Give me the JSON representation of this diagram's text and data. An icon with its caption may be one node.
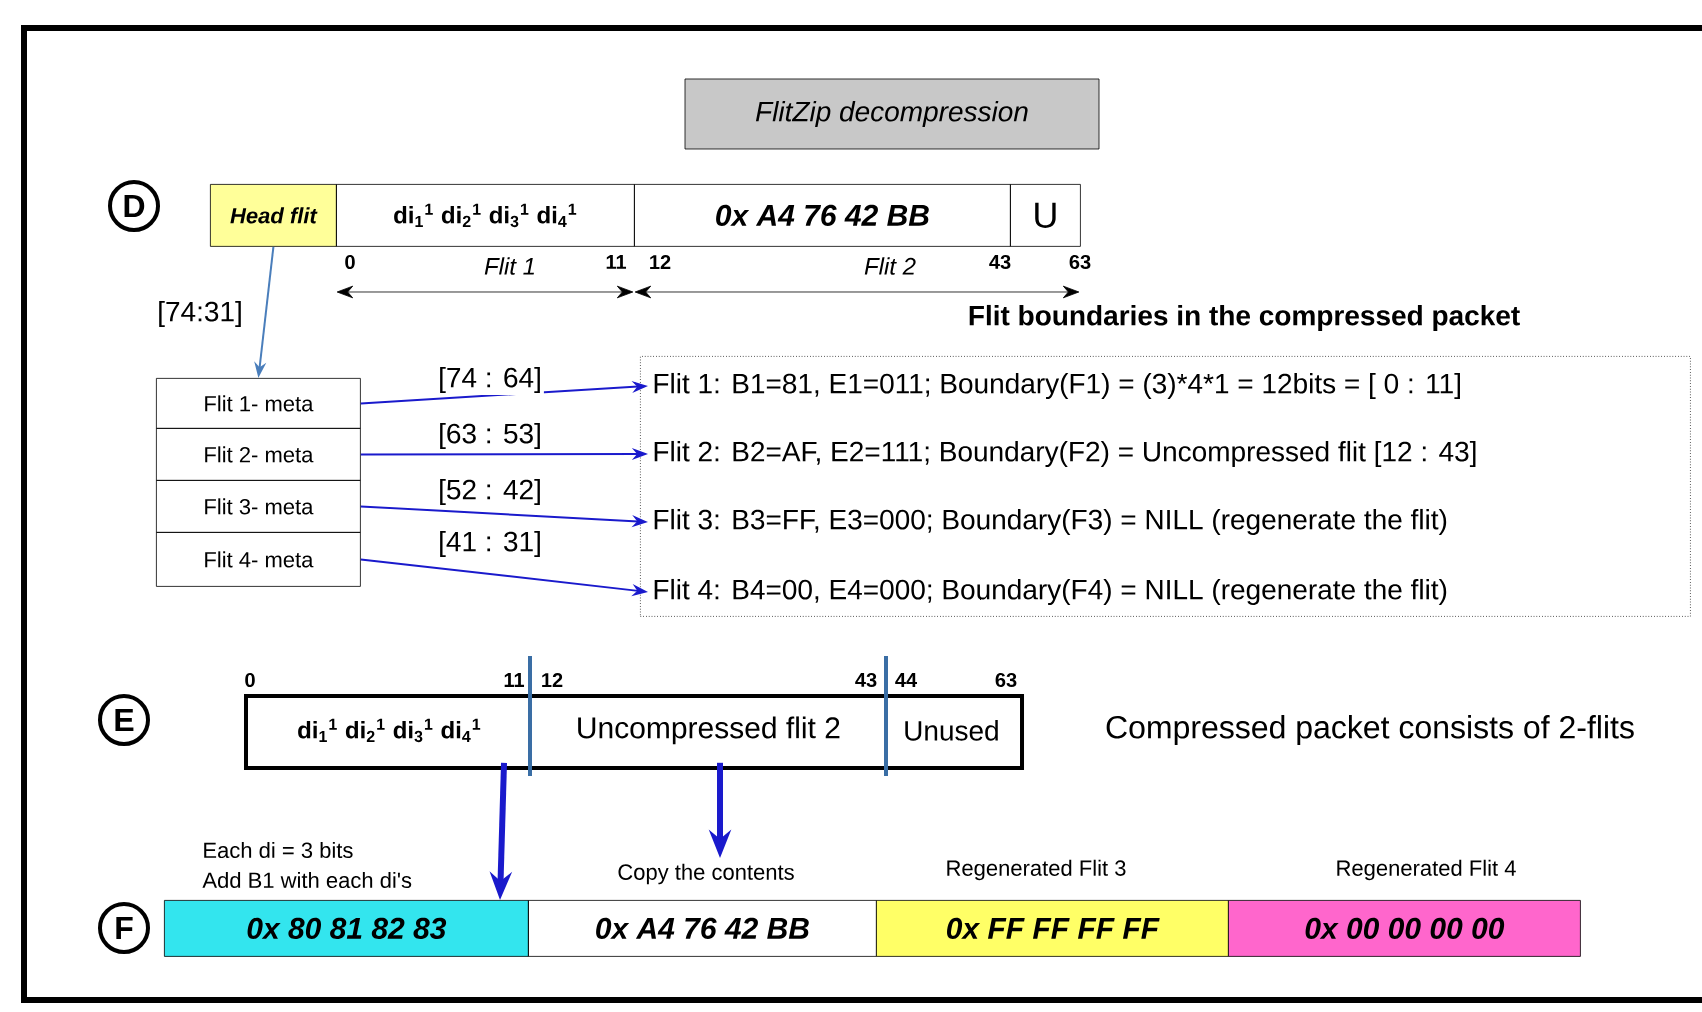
{
  "diagram": {
    "title": "FlitZip decompression",
    "nodes": [
      {
        "text": [
          "D"
        ]
      },
      {
        "text": [
          "Head flit"
        ]
      },
      {
        "text": [
          "di$_{1}$$^{1}$ di$_{2}$$^{1}$ di$_{3}$$^{1}$ di$_{4}$$^{1}$"
        ]
      },
      {
        "text": [
          "0x A4 76 42 BB"
        ]
      },
      {
        "text": [
          "U"
        ]
      },
      {
        "text": [
          "Flit 1- meta"
        ]
      },
      {
        "text": [
          "Flit 2- meta"
        ]
      },
      {
        "text": [
          "Flit 3- meta"
        ]
      },
      {
        "text": [
          "Flit 4- meta"
        ]
      },
      {
        "text": [],
        "shape": "box"
      },
      {
        "text": [
          "Flit 1: B1=81, E1=011; Boundary(F1) = (3)*4*1 = 12bits = [ 0 :  11]"
        ],
        "in": 9
      },
      {
        "text": [
          "Flit 2: B2=AF, E2=111; Boundary(F2) = Uncompressed flit [12 : 43]"
        ],
        "in": 9
      },
      {
        "text": [
          "Flit 3: B3=FF, E3=000; Boundary(F3) = NILL (regenerate the flit)"
        ],
        "in": 9
      },
      {
        "text": [
          "Flit 4: B4=00, E4=000; Boundary(F4) = NILL (regenerate the flit)"
        ],
        "in": 9
      },
      {
        "text": [
          "E"
        ]
      },
      {
        "text": [],
        "shape": "box"
      },
      {
        "text": [
          "di$_{1}$$^{1}$ di$_{2}$$^{1}$ di$_{3}$$^{1}$ di$_{4}$$^{1}$"
        ],
        "in": 15
      },
      {
        "text": [
          "Uncompressed flit 2"
        ],
        "in": 15
      },
      {
        "text": [
          "Unused"
        ],
        "in": 15
      },
      {
        "text": [
          "F"
        ]
      },
      {
        "text": [
          "0x 80 81 82 83"
        ],
        "beside": [
          "Each  di = 3 bits",
          "Add B1 with each di's"
        ]
      },
      {
        "text": [
          "0x A4 76 42 BB"
        ],
        "beside": [
          "Copy the contents"
        ]
      },
      {
        "text": [
          "0x FF FF FF FF"
        ],
        "beside": [
          "Regenerated Flit 3"
        ]
      },
      {
        "text": [
          "0x 00 00 00 00"
        ],
        "beside": [
          "Regenerated Flit 4"
        ]
      }
    ],
    "edges": [
      {
        "from": 1,
        "to": 5,
        "arrow": "to",
        "label": "[74:31]",
        "color": "#4a7ebb"
      },
      {
        "from": 5,
        "to": 10,
        "arrow": "to",
        "label": "[74 : 64]"
      },
      {
        "from": 6,
        "to": 11,
        "arrow": "to",
        "label": "[63 : 53]"
      },
      {
        "from": 7,
        "to": 12,
        "arrow": "to",
        "label": "[52 : 42]"
      },
      {
        "from": 8,
        "to": 13,
        "arrow": "to",
        "label": "[41 : 31]"
      },
      {
        "from": 16,
        "to": 20,
        "arrow": "to",
        "style": "thick"
      },
      {
        "from": 17,
        "to": 21,
        "arrow": "to",
        "style": "thick"
      }
    ],
    "labels": [
      "0",
      "Flit 1",
      "11",
      "12",
      "Flit 2",
      "43",
      "63",
      "Flit boundaries in the compressed packet",
      "0",
      "11",
      "12",
      "43",
      "44",
      "63",
      "Compressed packet consists of 2-flits"
    ]
  }
}
